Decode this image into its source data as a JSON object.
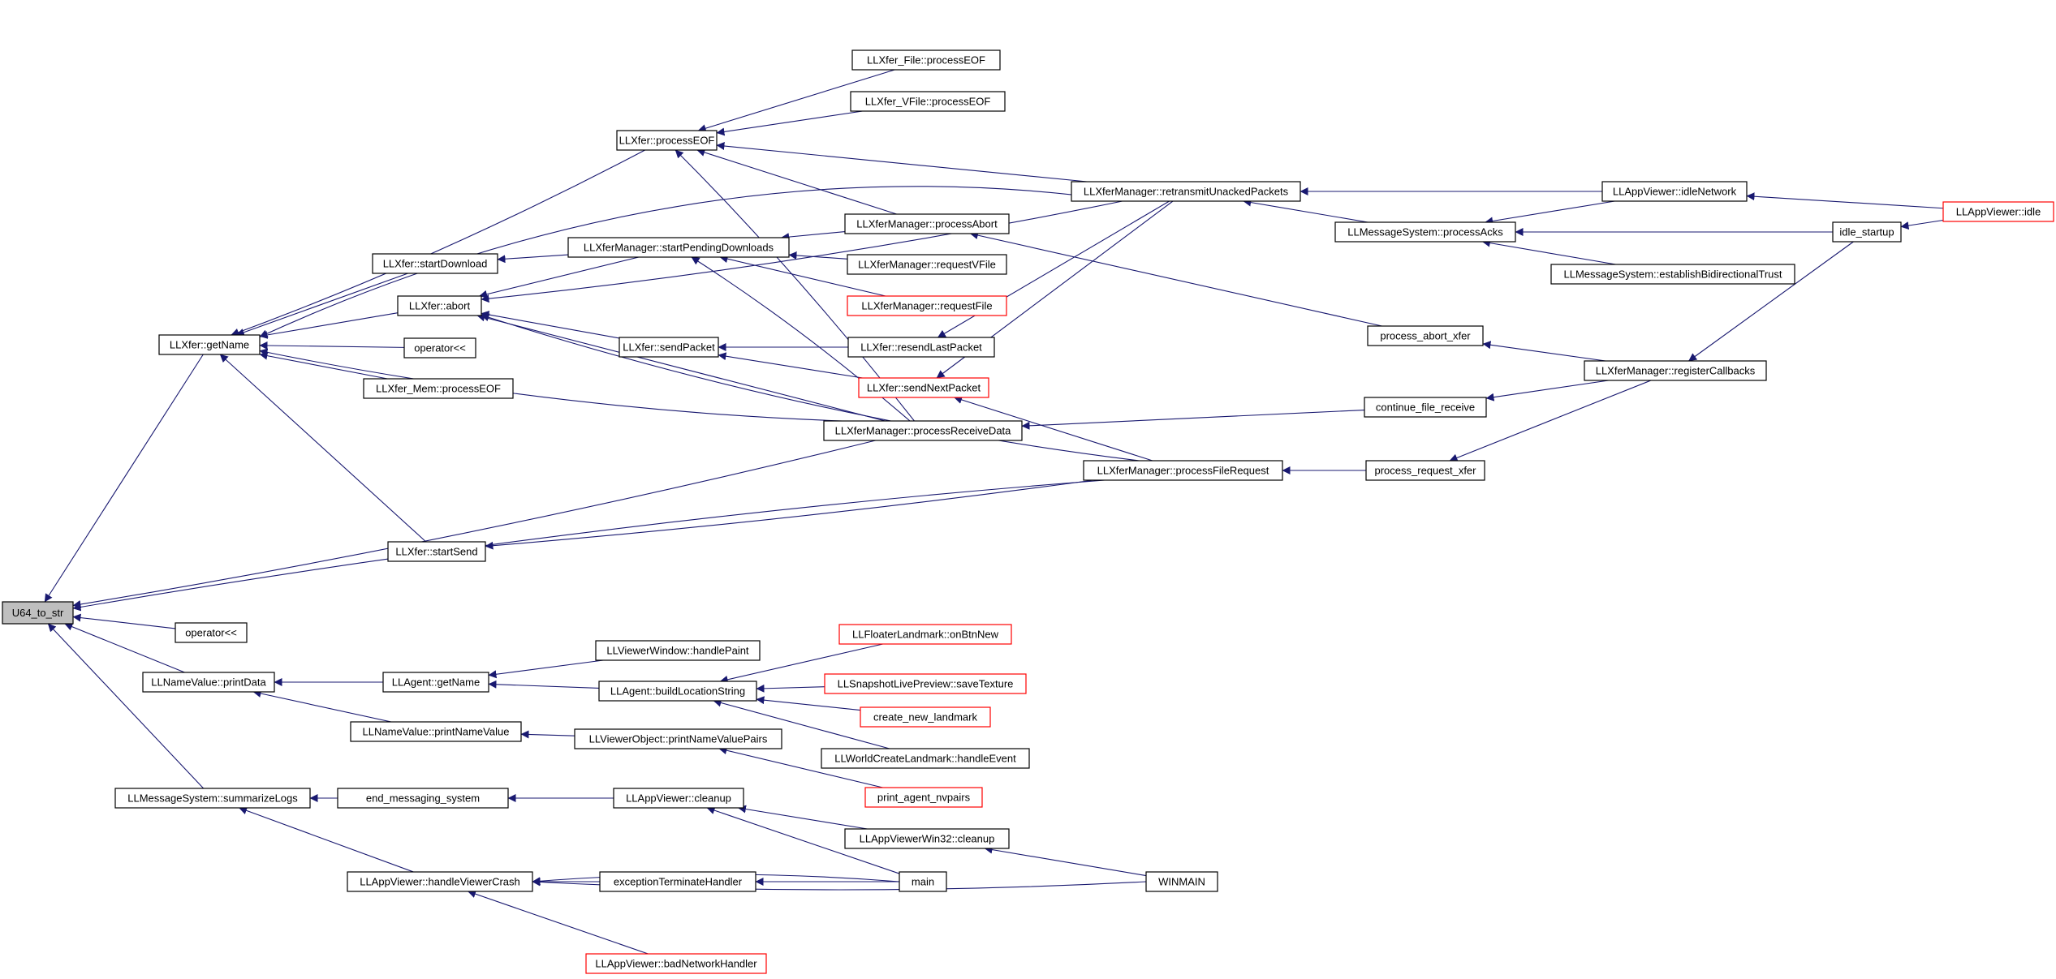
{
  "title": "",
  "colors": {
    "edge": "#191970",
    "node_border": "#000000",
    "truncated_border": "#ff0000",
    "root_fill": "#bfbfbf"
  },
  "nodes": [
    {
      "id": "u64",
      "label": "U64_to_str",
      "root": true
    },
    {
      "id": "xfer_getname",
      "label": "LLXfer::getName"
    },
    {
      "id": "oplt1",
      "label": "operator<<"
    },
    {
      "id": "nv_print",
      "label": "LLNameValue::printData"
    },
    {
      "id": "ms_summ",
      "label": "LLMessageSystem::summarizeLogs"
    },
    {
      "id": "xfer_startdl",
      "label": "LLXfer::startDownload"
    },
    {
      "id": "xfer_abort",
      "label": "LLXfer::abort"
    },
    {
      "id": "oplt2",
      "label": "operator<<"
    },
    {
      "id": "mem_eof",
      "label": "LLXfer_Mem::processEOF"
    },
    {
      "id": "xfer_startsend",
      "label": "LLXfer::startSend"
    },
    {
      "id": "agent_getname",
      "label": "LLAgent::getName"
    },
    {
      "id": "nv_printnv",
      "label": "LLNameValue::printNameValue"
    },
    {
      "id": "end_msg",
      "label": "end_messaging_system"
    },
    {
      "id": "av_crash",
      "label": "LLAppViewer::handleViewerCrash"
    },
    {
      "id": "xfer_eof",
      "label": "LLXfer::processEOF"
    },
    {
      "id": "xm_startpending",
      "label": "LLXferManager::startPendingDownloads"
    },
    {
      "id": "xfer_sendpacket",
      "label": "LLXfer::sendPacket"
    },
    {
      "id": "vw_paint",
      "label": "LLViewerWindow::handlePaint"
    },
    {
      "id": "agent_loc",
      "label": "LLAgent::buildLocationString"
    },
    {
      "id": "vo_printnv",
      "label": "LLViewerObject::printNameValuePairs"
    },
    {
      "id": "av_cleanup",
      "label": "LLAppViewer::cleanup"
    },
    {
      "id": "exc_term",
      "label": "exceptionTerminateHandler"
    },
    {
      "id": "av_badnet",
      "label": "LLAppViewer::badNetworkHandler",
      "trunc": true
    },
    {
      "id": "file_eof",
      "label": "LLXfer_File::processEOF"
    },
    {
      "id": "vfile_eof",
      "label": "LLXfer_VFile::processEOF"
    },
    {
      "id": "xm_abort",
      "label": "LLXferManager::processAbort"
    },
    {
      "id": "xm_reqvfile",
      "label": "LLXferManager::requestVFile"
    },
    {
      "id": "xm_reqfile",
      "label": "LLXferManager::requestFile",
      "trunc": true
    },
    {
      "id": "xm_resend",
      "label": "LLXfer::resendLastPacket"
    },
    {
      "id": "xfer_sendnext",
      "label": "LLXfer::sendNextPacket",
      "trunc": true
    },
    {
      "id": "xm_recv",
      "label": "LLXferManager::processReceiveData"
    },
    {
      "id": "fl_btnnew",
      "label": "LLFloaterLandmark::onBtnNew",
      "trunc": true
    },
    {
      "id": "snap_save",
      "label": "LLSnapshotLivePreview::saveTexture",
      "trunc": true
    },
    {
      "id": "create_lm",
      "label": "create_new_landmark",
      "trunc": true
    },
    {
      "id": "wcl_event",
      "label": "LLWorldCreateLandmark::handleEvent"
    },
    {
      "id": "print_agent",
      "label": "print_agent_nvpairs",
      "trunc": true
    },
    {
      "id": "av32_cleanup",
      "label": "LLAppViewerWin32::cleanup"
    },
    {
      "id": "main",
      "label": "main"
    },
    {
      "id": "xm_retrans",
      "label": "LLXferManager::retransmitUnackedPackets"
    },
    {
      "id": "xm_filereq",
      "label": "LLXferManager::processFileRequest"
    },
    {
      "id": "ms_acks",
      "label": "LLMessageSystem::processAcks"
    },
    {
      "id": "proc_abort",
      "label": "process_abort_xfer"
    },
    {
      "id": "cont_file",
      "label": "continue_file_receive"
    },
    {
      "id": "proc_req",
      "label": "process_request_xfer"
    },
    {
      "id": "ms_bidir",
      "label": "LLMessageSystem::establishBidirectionalTrust"
    },
    {
      "id": "xm_regcb",
      "label": "LLXferManager::registerCallbacks"
    },
    {
      "id": "winmain",
      "label": "WINMAIN"
    },
    {
      "id": "av_idlenet",
      "label": "LLAppViewer::idleNetwork"
    },
    {
      "id": "idle_startup",
      "label": "idle_startup"
    },
    {
      "id": "av_idle",
      "label": "LLAppViewer::idle",
      "trunc": true
    }
  ]
}
